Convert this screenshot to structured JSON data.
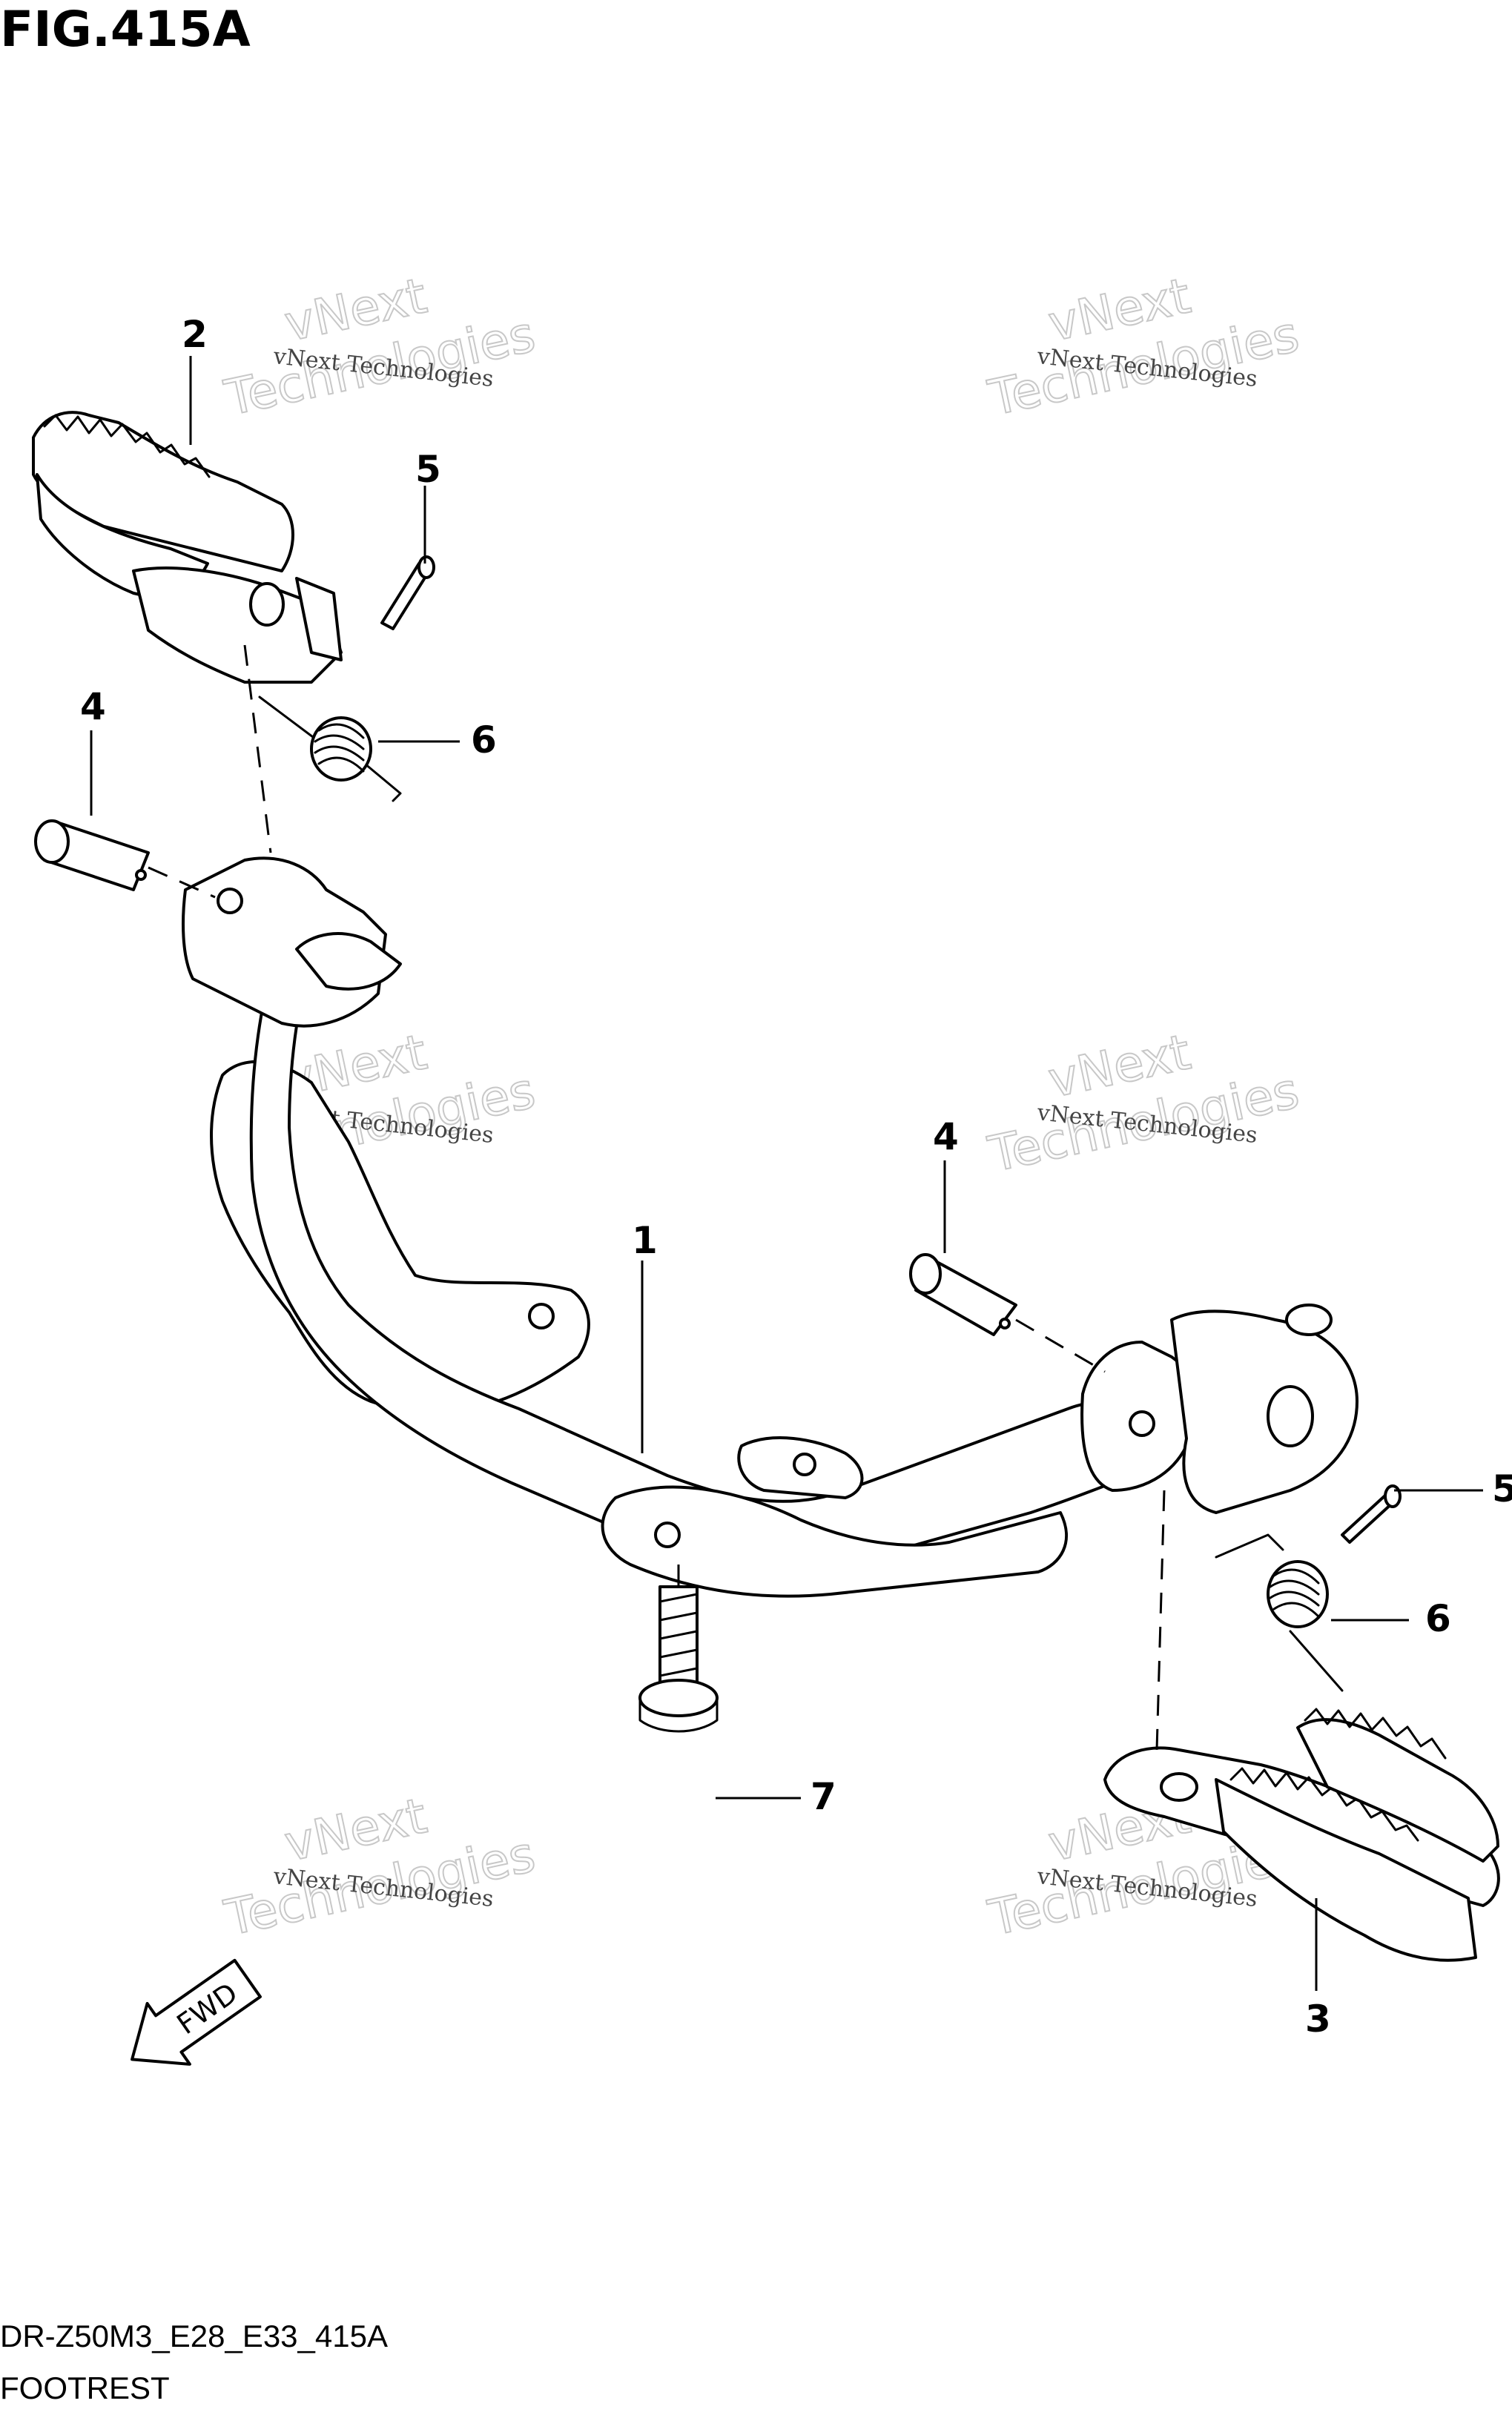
{
  "figure": {
    "title": "FIG.415A"
  },
  "callouts": {
    "c1": "1",
    "c2": "2",
    "c3": "3",
    "c4_left": "4",
    "c4_right": "4",
    "c5_left": "5",
    "c5_right": "5",
    "c6_left": "6",
    "c6_right": "6",
    "c7": "7"
  },
  "fwd_arrow": {
    "label": "FWD"
  },
  "watermark": {
    "line1": "vNext Technologies",
    "line2": "vNext",
    "line3": "Technologies"
  },
  "footer": {
    "code": "DR-Z50M3_E28_E33_415A",
    "caption": "FOOTREST"
  }
}
